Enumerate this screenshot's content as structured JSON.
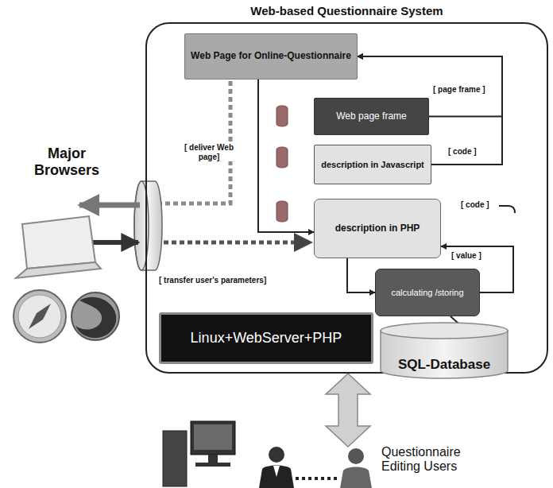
{
  "diagram": {
    "nodes": [
      {
        "text": [
          "Web-based Questionnaire System"
        ]
      },
      {
        "text": [
          "Web Page for Online-Questionnaire"
        ],
        "in": 0
      },
      {
        "text": [
          "Web page frame"
        ],
        "in": 0
      },
      {
        "text": [
          "description in Javascript"
        ],
        "in": 0
      },
      {
        "text": [
          "description in PHP"
        ],
        "in": 0
      },
      {
        "text": [
          "calculating /storing"
        ],
        "in": 0
      },
      {
        "text": [
          "SQL-Database"
        ],
        "in": 0
      },
      {
        "text": [
          "Linux+WebServer+PHP"
        ],
        "in": 0
      }
    ],
    "edges": [
      {
        "from": 2,
        "to": 1,
        "label": "[ page frame ]",
        "arrow": "to"
      },
      {
        "from": 3,
        "to": 1,
        "label": "[ code ]",
        "arrow": "to"
      },
      {
        "from": 1,
        "to": 4,
        "arrow": "to"
      },
      {
        "from": 4,
        "to": 5,
        "arrow": "to"
      },
      {
        "from": 5,
        "to": 4,
        "label": "[ value ]",
        "arrow": "to"
      },
      {
        "from": 5,
        "to": 6,
        "arrow": "to"
      }
    ],
    "labels": [
      "[ code ]",
      "[ deliver Web page]",
      "[ transfer user's parameters]",
      "Major Browsers",
      "Questionnaire Editing Users"
    ]
  }
}
